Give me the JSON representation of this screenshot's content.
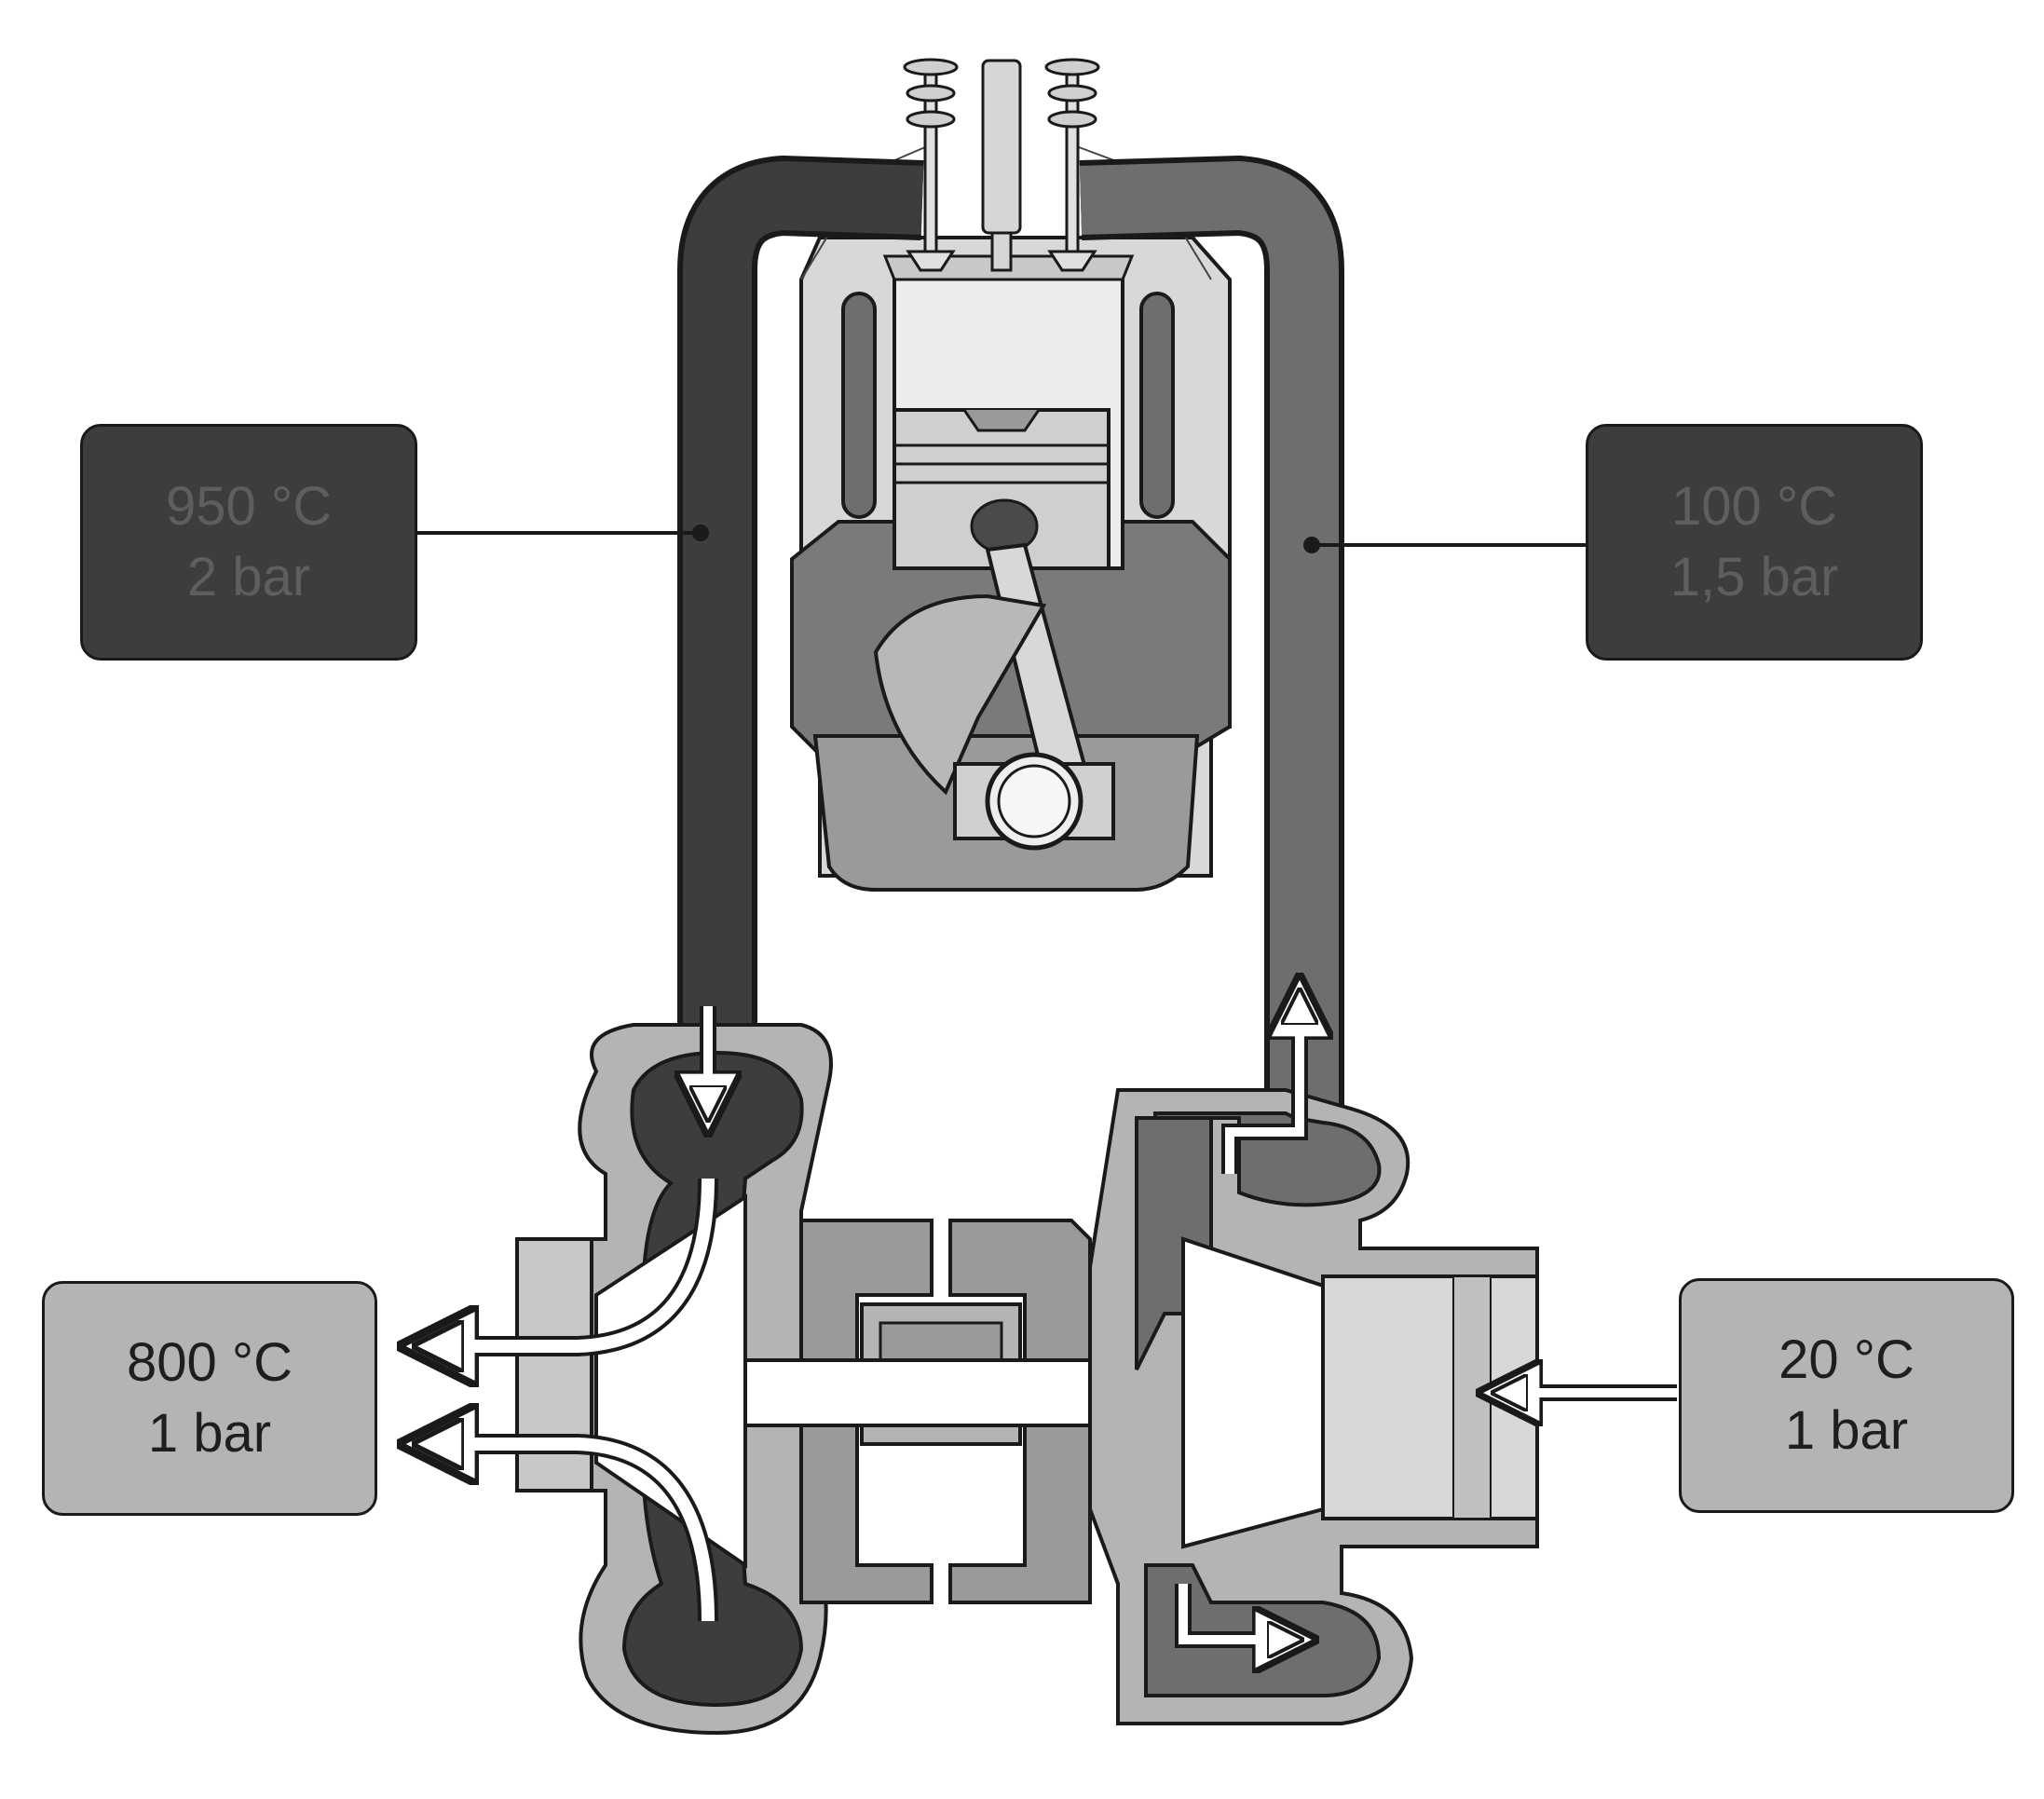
{
  "labels": {
    "exhaust_manifold": {
      "temperature": "950 °C",
      "pressure": "2 bar"
    },
    "intake_manifold": {
      "temperature": "100 °C",
      "pressure": "1,5 bar"
    },
    "exhaust_outlet": {
      "temperature": "800 °C",
      "pressure": "1 bar"
    },
    "air_inlet": {
      "temperature": "20 °C",
      "pressure": "1 bar"
    }
  },
  "colors": {
    "exhaust_hot": "#3d3d3d",
    "intake_air": "#6e6e6e",
    "housing_light": "#b4b4b4",
    "outline": "#1a1a1a",
    "flow_arrow": "#ffffff"
  },
  "icons": [
    "engine-cylinder-icon",
    "piston-icon",
    "crankshaft-icon",
    "turbine-icon",
    "compressor-icon",
    "flow-arrow-icon"
  ]
}
